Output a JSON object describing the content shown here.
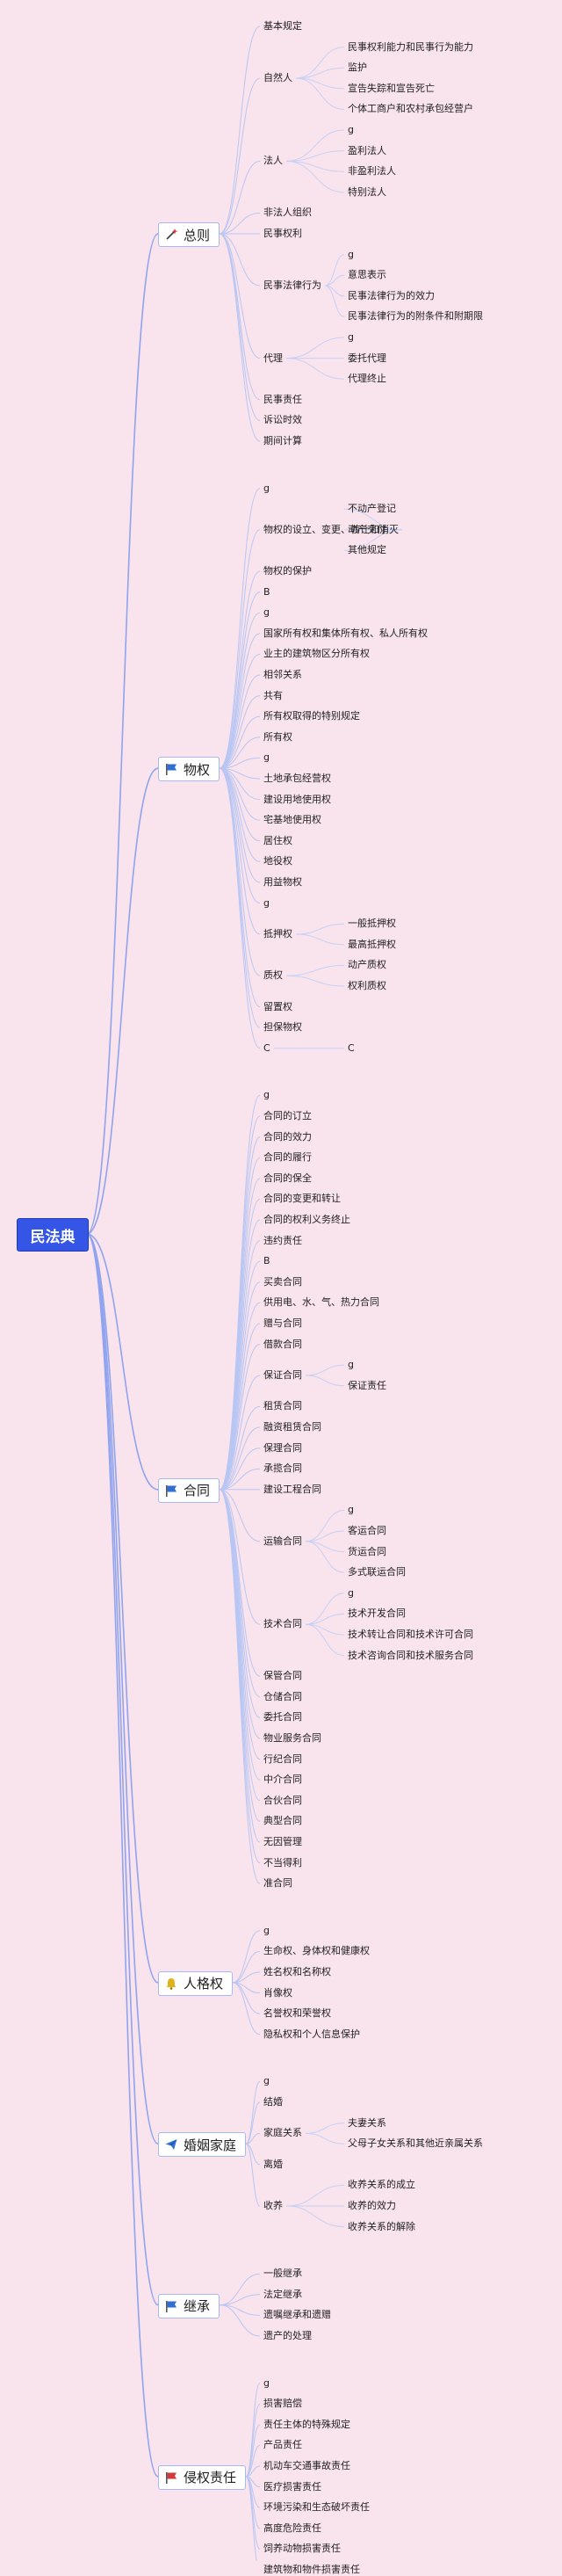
{
  "root": "民法典",
  "tree": [
    {
      "label": "总则",
      "icon": "wand-icon",
      "color": "#d13b3b",
      "children": [
        {
          "label": "基本规定"
        },
        {
          "label": "自然人",
          "children": [
            {
              "label": "民事权利能力和民事行为能力"
            },
            {
              "label": "监护"
            },
            {
              "label": "宣告失踪和宣告死亡"
            },
            {
              "label": "个体工商户和农村承包经营户"
            }
          ]
        },
        {
          "label": "法人",
          "children": [
            {
              "label": "g"
            },
            {
              "label": "盈利法人"
            },
            {
              "label": "非盈利法人"
            },
            {
              "label": "特别法人"
            }
          ]
        },
        {
          "label": "非法人组织"
        },
        {
          "label": "民事权利"
        },
        {
          "label": "民事法律行为",
          "children": [
            {
              "label": "g"
            },
            {
              "label": "意思表示"
            },
            {
              "label": "民事法律行为的效力"
            },
            {
              "label": "民事法律行为的附条件和附期限"
            }
          ]
        },
        {
          "label": "代理",
          "children": [
            {
              "label": "g"
            },
            {
              "label": "委托代理"
            },
            {
              "label": "代理终止"
            }
          ]
        },
        {
          "label": "民事责任"
        },
        {
          "label": "诉讼时效"
        },
        {
          "label": "期间计算"
        }
      ]
    },
    {
      "label": "物权",
      "icon": "flag-icon",
      "color": "#2f6fd6",
      "children": [
        {
          "label": "g"
        },
        {
          "label": "物权的设立、变更、转让和消灭",
          "children": [
            {
              "label": "不动产登记"
            },
            {
              "label": "动产交付"
            },
            {
              "label": "其他规定"
            }
          ]
        },
        {
          "label": "物权的保护"
        },
        {
          "label": "B"
        },
        {
          "label": "g"
        },
        {
          "label": "国家所有权和集体所有权、私人所有权"
        },
        {
          "label": "业主的建筑物区分所有权"
        },
        {
          "label": "相邻关系"
        },
        {
          "label": "共有"
        },
        {
          "label": "所有权取得的特别规定"
        },
        {
          "label": "所有权"
        },
        {
          "label": "g"
        },
        {
          "label": "土地承包经营权"
        },
        {
          "label": "建设用地使用权"
        },
        {
          "label": "宅基地使用权"
        },
        {
          "label": "居住权"
        },
        {
          "label": "地役权"
        },
        {
          "label": "用益物权"
        },
        {
          "label": "g"
        },
        {
          "label": "抵押权",
          "children": [
            {
              "label": "一般抵押权"
            },
            {
              "label": "最高抵押权"
            }
          ]
        },
        {
          "label": "质权",
          "children": [
            {
              "label": "动产质权"
            },
            {
              "label": "权利质权"
            }
          ]
        },
        {
          "label": "留置权"
        },
        {
          "label": "担保物权"
        },
        {
          "label": "C",
          "children": [
            {
              "label": "C"
            }
          ]
        }
      ]
    },
    {
      "label": "合同",
      "icon": "flag-icon",
      "color": "#2f6fd6",
      "children": [
        {
          "label": "g"
        },
        {
          "label": "合同的订立"
        },
        {
          "label": "合同的效力"
        },
        {
          "label": "合同的履行"
        },
        {
          "label": "合同的保全"
        },
        {
          "label": "合同的变更和转让"
        },
        {
          "label": "合同的权利义务终止"
        },
        {
          "label": "违约责任"
        },
        {
          "label": "B"
        },
        {
          "label": "买卖合同"
        },
        {
          "label": "供用电、水、气、热力合同"
        },
        {
          "label": "赠与合同"
        },
        {
          "label": "借款合同"
        },
        {
          "label": "保证合同",
          "children": [
            {
              "label": "g"
            },
            {
              "label": "保证责任"
            }
          ]
        },
        {
          "label": "租赁合同"
        },
        {
          "label": "融资租赁合同"
        },
        {
          "label": "保理合同"
        },
        {
          "label": "承揽合同"
        },
        {
          "label": "建设工程合同"
        },
        {
          "label": "运输合同",
          "children": [
            {
              "label": "g"
            },
            {
              "label": "客运合同"
            },
            {
              "label": "货运合同"
            },
            {
              "label": "多式联运合同"
            }
          ]
        },
        {
          "label": "技术合同",
          "children": [
            {
              "label": "g"
            },
            {
              "label": "技术开发合同"
            },
            {
              "label": "技术转让合同和技术许可合同"
            },
            {
              "label": "技术咨询合同和技术服务合同"
            }
          ]
        },
        {
          "label": "保管合同"
        },
        {
          "label": "仓储合同"
        },
        {
          "label": "委托合同"
        },
        {
          "label": "物业服务合同"
        },
        {
          "label": "行纪合同"
        },
        {
          "label": "中介合同"
        },
        {
          "label": "合伙合同"
        },
        {
          "label": "典型合同"
        },
        {
          "label": "无因管理"
        },
        {
          "label": "不当得利"
        },
        {
          "label": "准合同"
        }
      ]
    },
    {
      "label": "人格权",
      "icon": "bell-icon",
      "color": "#e0b21a",
      "children": [
        {
          "label": "g"
        },
        {
          "label": "生命权、身体权和健康权"
        },
        {
          "label": "姓名权和名称权"
        },
        {
          "label": "肖像权"
        },
        {
          "label": "名誉权和荣誉权"
        },
        {
          "label": "隐私权和个人信息保护"
        }
      ]
    },
    {
      "label": "婚姻家庭",
      "icon": "paper-plane-icon",
      "color": "#2f6fd6",
      "children": [
        {
          "label": "g"
        },
        {
          "label": "结婚"
        },
        {
          "label": "家庭关系",
          "children": [
            {
              "label": "夫妻关系"
            },
            {
              "label": "父母子女关系和其他近亲属关系"
            }
          ]
        },
        {
          "label": "离婚"
        },
        {
          "label": "收养",
          "children": [
            {
              "label": "收养关系的成立"
            },
            {
              "label": "收养的效力"
            },
            {
              "label": "收养关系的解除"
            }
          ]
        }
      ]
    },
    {
      "label": "继承",
      "icon": "flag-icon",
      "color": "#2f6fd6",
      "children": [
        {
          "label": "一般继承"
        },
        {
          "label": "法定继承"
        },
        {
          "label": "遗嘱继承和遗赠"
        },
        {
          "label": "遗产的处理"
        }
      ]
    },
    {
      "label": "侵权责任",
      "icon": "flag-icon",
      "color": "#d13b3b",
      "children": [
        {
          "label": "g"
        },
        {
          "label": "损害赔偿"
        },
        {
          "label": "责任主体的特殊规定"
        },
        {
          "label": "产品责任"
        },
        {
          "label": "机动车交通事故责任"
        },
        {
          "label": "医疗损害责任"
        },
        {
          "label": "环境污染和生态破坏责任"
        },
        {
          "label": "高度危险责任"
        },
        {
          "label": "饲养动物损害责任"
        },
        {
          "label": "建筑物和物件损害责任"
        }
      ]
    }
  ]
}
